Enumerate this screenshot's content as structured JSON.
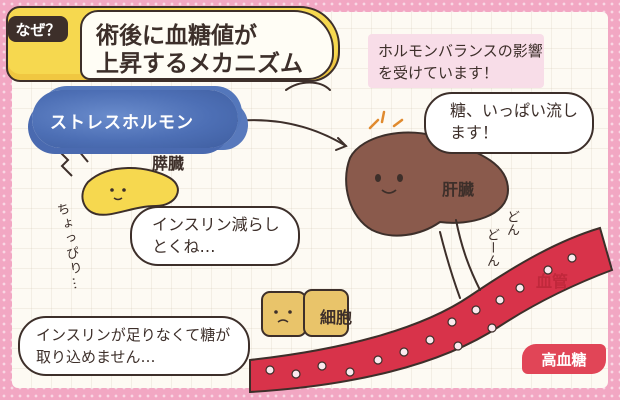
{
  "tag": "なぜ？",
  "title": {
    "line1": "術後に血糖値が",
    "line2": "上昇するメカニズム"
  },
  "hormone_note": "ホルモンバランスの影響を受けています！",
  "stress_hormone": "ストレスホルモン",
  "pancreas": {
    "label": "膵臓",
    "speech": "インスリン減らしとくね…",
    "sfx": "ちょっぴり…"
  },
  "liver": {
    "label": "肝臓",
    "speech": "糖、いっぱい流します！",
    "sfx1": "どん",
    "sfx2": "どーん"
  },
  "cell": {
    "label": "細胞",
    "speech": "インスリンが足りなくて糖が取り込めません…"
  },
  "vessel": {
    "label": "血管",
    "tag": "高血糖"
  },
  "colors": {
    "background_pink": "#f2a7c3",
    "banner_yellow": "#f6d84f",
    "stress_blue": "#4d6fb5",
    "liver_brown": "#8a5a4c",
    "vessel_red": "#d8334a",
    "cell_tan": "#e9c46a"
  }
}
